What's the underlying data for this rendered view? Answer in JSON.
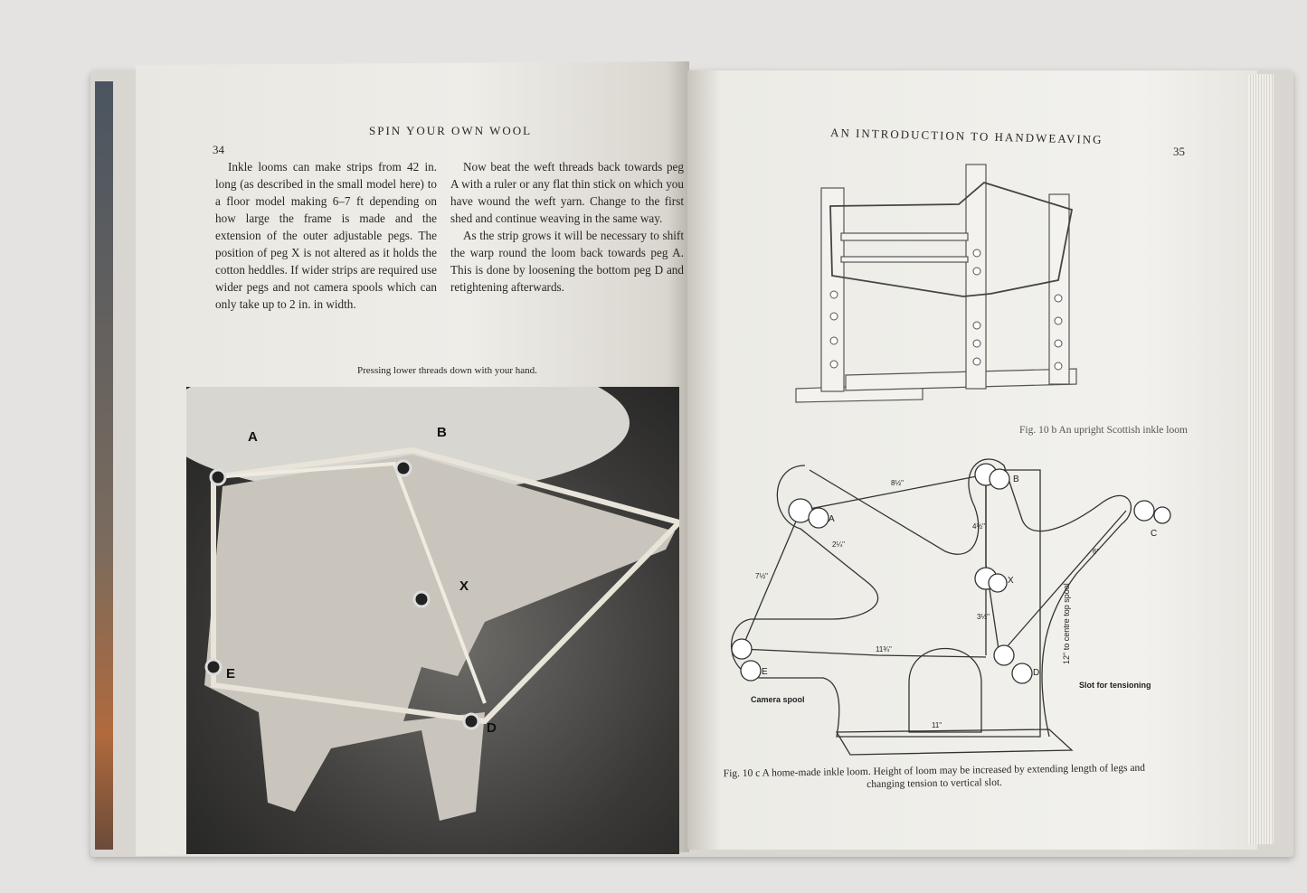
{
  "left_page": {
    "running_head": "SPIN YOUR OWN WOOL",
    "page_number": "34",
    "column_1": "Inkle looms can make strips from 42 in. long (as described in the small model here) to a floor model making 6–7 ft depending on how large the frame is made and the extension of the outer adjustable pegs. The position of peg X is not altered as it holds the cotton heddles. If wider strips are required use wider pegs and not camera spools which can only take up to 2 in. in width.",
    "column_2": "Now beat the weft threads back towards peg A with a ruler or any flat thin stick on which you have wound the weft yarn. Change to the first shed and continue weaving in the same way.",
    "column_2b": "As the strip grows it will be necessary to shift the warp round the loom back towards peg A. This is done by loosening the bottom peg D and retightening afterwards.",
    "photo_caption": "Pressing lower threads down with your hand.",
    "photo_labels": [
      "A",
      "B",
      "X",
      "E",
      "D"
    ]
  },
  "right_page": {
    "running_head": "AN INTRODUCTION TO HANDWEAVING",
    "page_number": "35",
    "fig_10b_caption": "Fig. 10 b  An upright Scottish inkle loom",
    "fig_10c_caption": "Fig. 10 c  A home-made inkle loom. Height of loom may be increased by extending length of legs and changing tension to vertical slot.",
    "fig_10c_labels": {
      "a": "A",
      "b": "B",
      "c": "C",
      "x": "X",
      "d": "D",
      "e": "E",
      "camera_spool": "Camera spool",
      "slot": "Slot for tensioning",
      "height": "12\" to centre top spool",
      "dim_ab": "8½\"",
      "dim_width": "2¼\"",
      "dim_ae": "7½\"",
      "dim_bx": "4½\"",
      "dim_xd": "3½\"",
      "dim_ed": "11¾\"",
      "dim_cd": "6\"",
      "dim_base": "11\""
    }
  }
}
